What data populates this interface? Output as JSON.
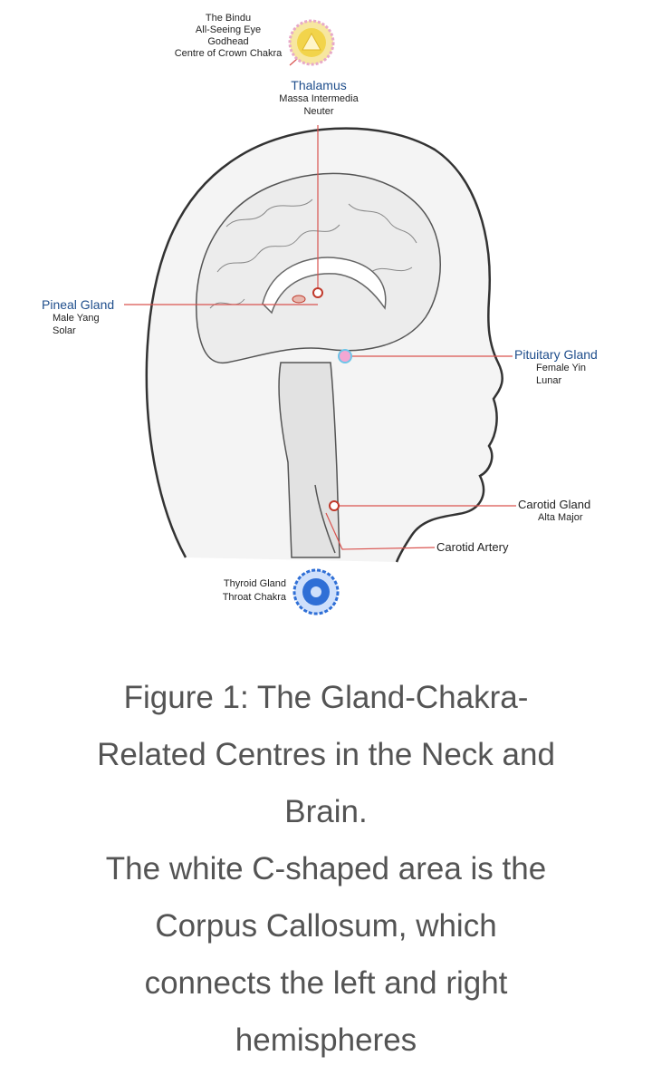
{
  "labels": {
    "bindu": [
      "The Bindu",
      "All-Seeing Eye",
      "Godhead",
      "Centre of Crown Chakra"
    ],
    "thalamus": {
      "title": "Thalamus",
      "lines": [
        "Massa Intermedia",
        "Neuter"
      ]
    },
    "pineal": {
      "title": "Pineal Gland",
      "lines": [
        "Male Yang",
        "Solar"
      ]
    },
    "pituitary": {
      "title": "Pituitary Gland",
      "lines": [
        "Female Yin",
        "Lunar"
      ]
    },
    "carotid_gland": {
      "title": "Carotid Gland",
      "lines": [
        "Alta Major"
      ]
    },
    "carotid_artery": "Carotid Artery",
    "thyroid": [
      "Thyroid Gland",
      "Throat Chakra"
    ]
  },
  "caption": {
    "line1": "Figure 1: The Gland-Chakra-",
    "line2": "Related Centres in the Neck and",
    "line3": "Brain.",
    "line4": "The white C-shaped area is the",
    "line5": "Corpus Callosum, which",
    "line6": "connects the left and right",
    "line7": "hemispheres"
  },
  "colors": {
    "pointer_line": "#d9534f",
    "label_blue": "#1f4e8c",
    "crown_chakra": "#f2d44b",
    "throat_chakra": "#2f6fd6",
    "caption_text": "#545454"
  }
}
